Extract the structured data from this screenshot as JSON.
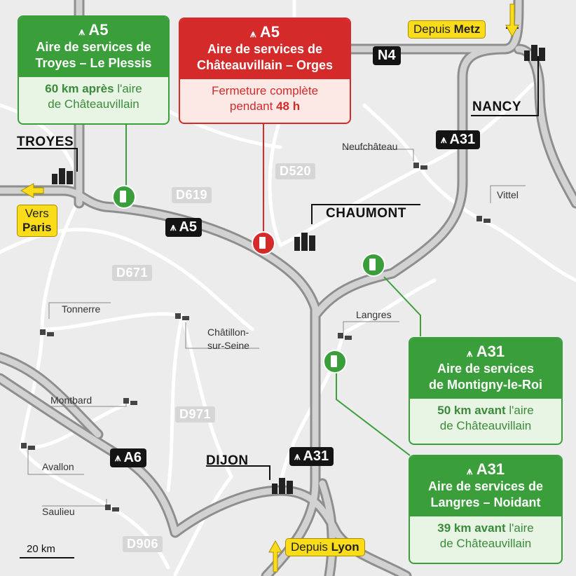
{
  "highways": {
    "a5_label": "A5",
    "a31_top_label": "A31",
    "a31_bottom_label": "A31",
    "a6_label": "A6",
    "n4_label": "N4"
  },
  "roads": {
    "d619": "D619",
    "d520": "D520",
    "d671": "D671",
    "d971": "D971",
    "d906": "D906"
  },
  "cities": {
    "troyes": "TROYES",
    "chaumont": "CHAUMONT",
    "nancy": "NANCY",
    "dijon": "DIJON"
  },
  "towns": {
    "neufchateau": "Neufchâteau",
    "vittel": "Vittel",
    "tonnerre": "Tonnerre",
    "chatillon_1": "Châtillon-",
    "chatillon_2": "sur-Seine",
    "langres": "Langres",
    "montbard": "Montbard",
    "avallon": "Avallon",
    "saulieu": "Saulieu"
  },
  "directions": {
    "paris_prefix": "Vers",
    "paris": "Paris",
    "metz_prefix": "Depuis",
    "metz": "Metz",
    "lyon_prefix": "Depuis",
    "lyon": "Lyon"
  },
  "boxes": {
    "troyes": {
      "route": "A5",
      "line1": "Aire de services de",
      "line2": "Troyes – Le Plessis",
      "body_bold": "60 km après",
      "body_rest1": " l'aire",
      "body_line2": "de Châteauvillain"
    },
    "chateauvillain": {
      "route": "A5",
      "line1": "Aire de services de",
      "line2": "Châteauvillain – Orges",
      "body_line1": "Fermeture complète",
      "body_prefix2": "pendant ",
      "body_bold": "48 h"
    },
    "montigny": {
      "route": "A31",
      "line1": "Aire de services",
      "line2": "de Montigny-le-Roi",
      "body_bold": "50 km avant",
      "body_rest1": " l'aire",
      "body_line2": "de Châteauvillain"
    },
    "langres": {
      "route": "A31",
      "line1": "Aire de services de",
      "line2": "Langres – Noidant",
      "body_bold": "39 km avant",
      "body_rest1": " l'aire",
      "body_line2": "de Châteauvillain"
    }
  },
  "scale": {
    "label": "20 km"
  },
  "colors": {
    "background": "#ececec",
    "highway": "#9a9a9a",
    "secondary_road": "#ffffff",
    "open_area": "#3a9f3a",
    "closed_area": "#d42a2a",
    "direction_tag": "#fbdc1b"
  }
}
